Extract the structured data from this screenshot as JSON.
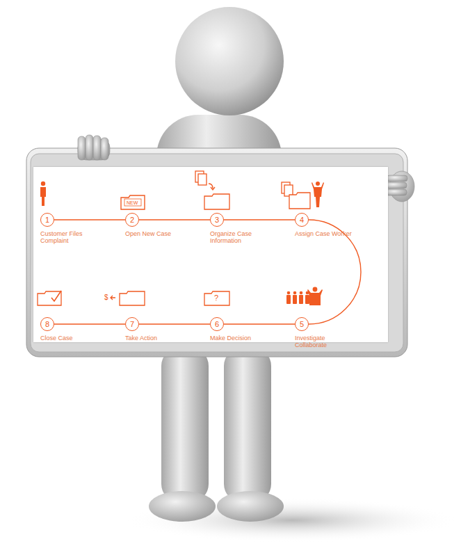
{
  "diagram": {
    "nodes": [
      {
        "text": [
          "1",
          "Customer Files Complaint"
        ]
      },
      {
        "text": [
          "2",
          "Open New Case"
        ]
      },
      {
        "text": [
          "3",
          "Organize Case Information"
        ]
      },
      {
        "text": [
          "4",
          "Assign Case Worker"
        ]
      },
      {
        "text": [
          "5",
          "Investigate Collaborate"
        ]
      },
      {
        "text": [
          "6",
          "Make Decision"
        ]
      },
      {
        "text": [
          "7",
          "Take Action"
        ]
      },
      {
        "text": [
          "8",
          "Close Case"
        ]
      }
    ],
    "edges": [
      {
        "from": 0,
        "to": 1,
        "arrow": "none"
      },
      {
        "from": 1,
        "to": 2,
        "arrow": "none"
      },
      {
        "from": 2,
        "to": 3,
        "arrow": "none"
      },
      {
        "from": 3,
        "to": 4,
        "arrow": "none"
      },
      {
        "from": 4,
        "to": 5,
        "arrow": "none"
      },
      {
        "from": 5,
        "to": 6,
        "arrow": "none"
      },
      {
        "from": 6,
        "to": 7,
        "arrow": "none"
      }
    ],
    "labels": [
      "NEW",
      "$",
      "?"
    ]
  }
}
